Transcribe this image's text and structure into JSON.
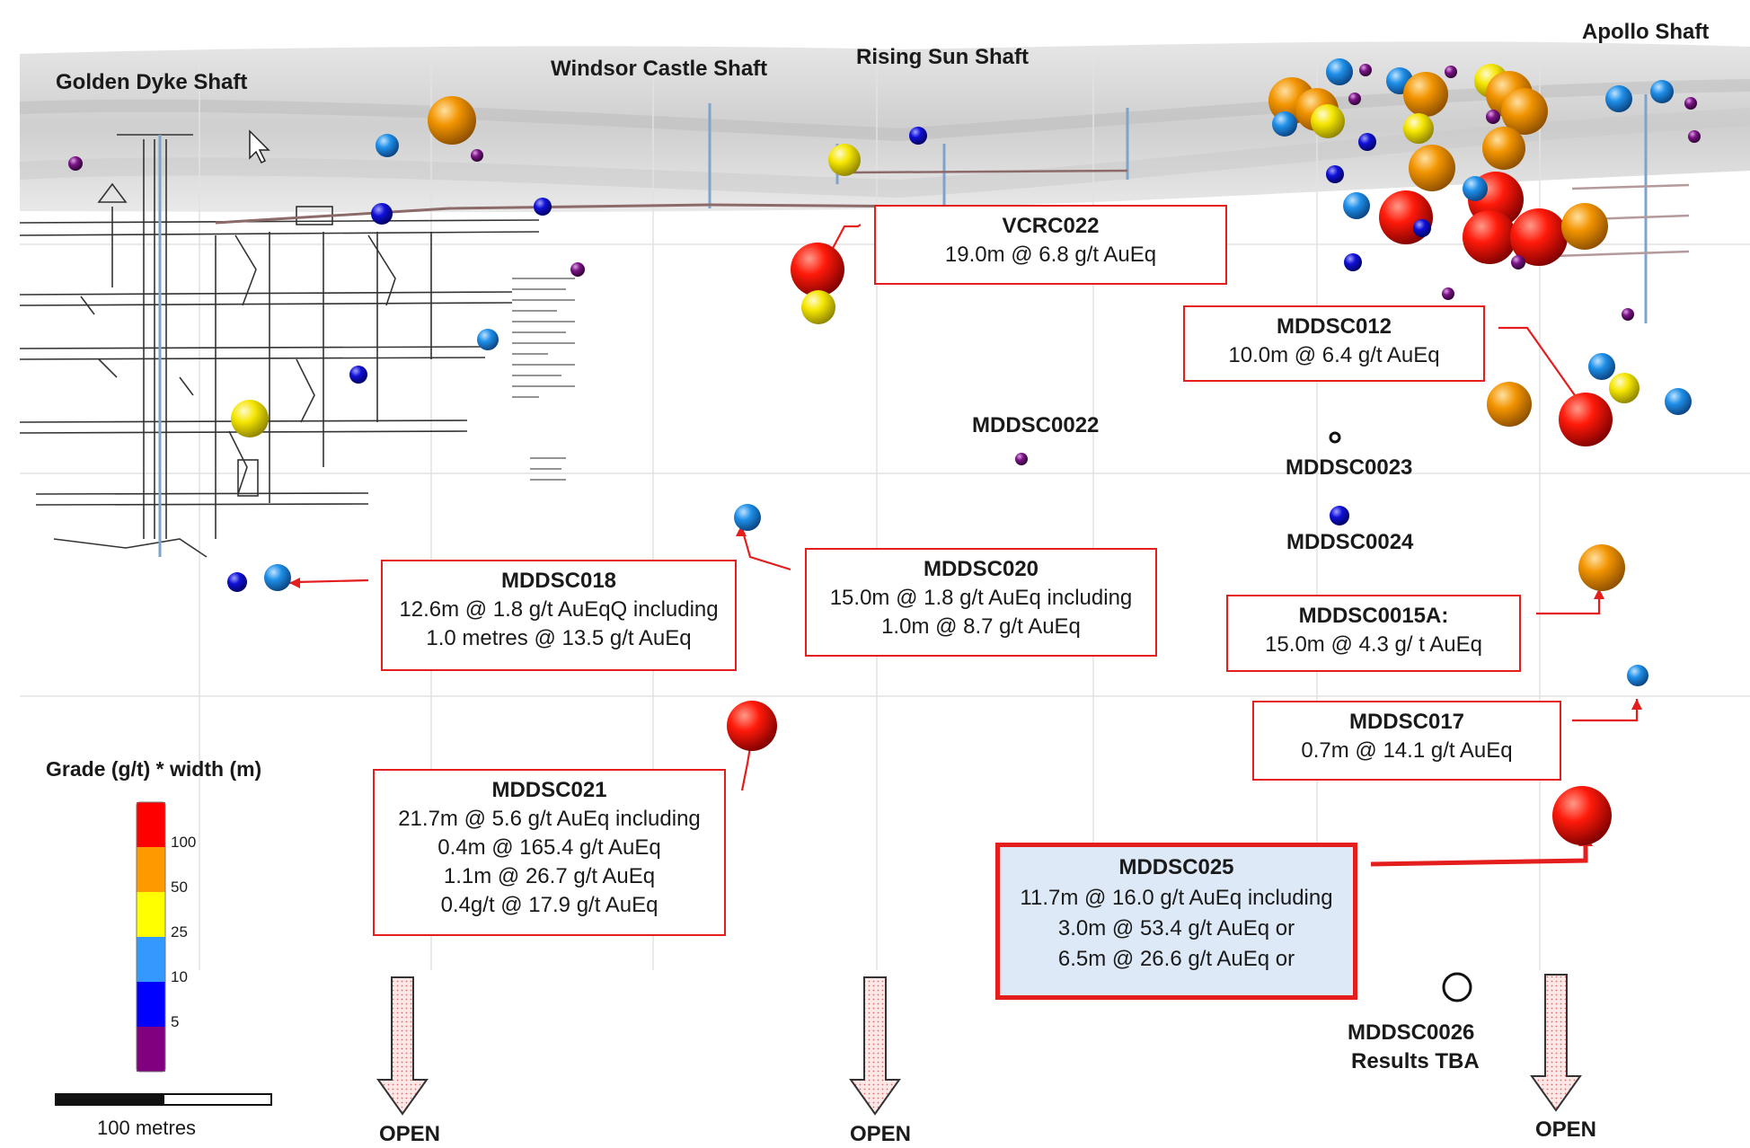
{
  "shafts": {
    "golden_dyke": "Golden Dyke Shaft",
    "windsor_castle": "Windsor Castle Shaft",
    "rising_sun": "Rising Sun Shaft",
    "apollo": "Apollo Shaft"
  },
  "holes": {
    "mddsc0022": "MDDSC0022",
    "mddsc0023": "MDDSC0023",
    "mddsc0024": "MDDSC0024",
    "mddsc0026": "MDDSC0026",
    "mddsc0026_status": "Results TBA"
  },
  "callouts": {
    "vcrc022": {
      "title": "VCRC022",
      "lines": [
        "19.0m @ 6.8 g/t AuEq"
      ]
    },
    "mddsc012": {
      "title": "MDDSC012",
      "lines": [
        "10.0m @ 6.4 g/t AuEq"
      ]
    },
    "mddsc018": {
      "title": "MDDSC018",
      "lines": [
        "12.6m @ 1.8 g/t AuEqQ including",
        "1.0 metres @ 13.5 g/t AuEq"
      ]
    },
    "mddsc020": {
      "title": "MDDSC020",
      "lines": [
        "15.0m @ 1.8 g/t AuEq including",
        "1.0m @ 8.7 g/t AuEq"
      ]
    },
    "mddsc0015a": {
      "title": "MDDSC0015A:",
      "lines": [
        "15.0m @ 4.3 g/ t AuEq"
      ]
    },
    "mddsc017": {
      "title": "MDDSC017",
      "lines": [
        "0.7m @ 14.1 g/t AuEq"
      ]
    },
    "mddsc021": {
      "title": "MDDSC021",
      "lines": [
        "21.7m @ 5.6 g/t AuEq including",
        "0.4m @ 165.4 g/t AuEq",
        "1.1m @ 26.7 g/t AuEq",
        "0.4g/t @ 17.9 g/t AuEq"
      ]
    },
    "mddsc025": {
      "title": "MDDSC025",
      "lines": [
        "11.7m @ 16.0 g/t AuEq including",
        "3.0m @ 53.4 g/t AuEq or",
        "6.5m @ 26.6 g/t AuEq or"
      ]
    }
  },
  "open_labels": [
    "OPEN",
    "OPEN",
    "OPEN"
  ],
  "legend": {
    "title": "Grade (g/t) * width (m)",
    "ticks": [
      "100",
      "50",
      "25",
      "10",
      "5"
    ],
    "colors": [
      "#ff0000",
      "#ff9900",
      "#ffff00",
      "#3399ff",
      "#0000ff",
      "#800080"
    ]
  },
  "scale_bar": {
    "label": "100 metres"
  },
  "grade_colors": {
    "red": "#ff0000",
    "orange": "#f29400",
    "yellow": "#f5e600",
    "light_blue": "#1f8fe8",
    "blue": "#1010d8",
    "purple": "#7a1585"
  }
}
